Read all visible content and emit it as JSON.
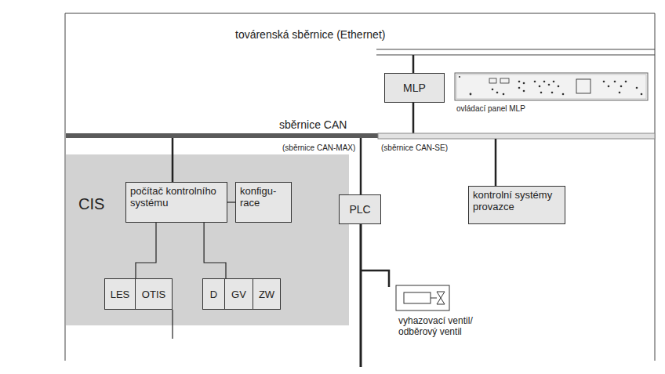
{
  "diagram": {
    "nodes": [
      {
        "text": [
          "CIS"
        ]
      },
      {
        "text": [
          "počítač kontrolního systému"
        ],
        "in": 0
      },
      {
        "text": [
          "konfigu-race"
        ],
        "in": 0
      },
      {
        "text": [
          "LES"
        ],
        "in": 0
      },
      {
        "text": [
          "OTIS"
        ],
        "in": 0
      },
      {
        "text": [
          "D"
        ],
        "in": 0
      },
      {
        "text": [
          "GV"
        ],
        "in": 0
      },
      {
        "text": [
          "ZW"
        ],
        "in": 0
      },
      {
        "text": [
          "MLP"
        ]
      },
      {
        "text": [
          "PLC"
        ]
      },
      {
        "text": [
          "kontrolní systémy provazce"
        ]
      }
    ],
    "edges": [
      {
        "from": 1,
        "to": 2,
        "arrow": "none"
      },
      {
        "from": 1,
        "to": 3,
        "arrow": "none"
      },
      {
        "from": 1,
        "to": 6,
        "arrow": "none"
      }
    ],
    "labels": [
      "továrenská sběrnice (Ethernet)",
      "ovládací panel MLP",
      "sběrnice CAN",
      "(sběrnice CAN-MAX)",
      "(sběrnice CAN-SE)",
      "vyhazovací ventil/ odběrový ventil"
    ]
  }
}
